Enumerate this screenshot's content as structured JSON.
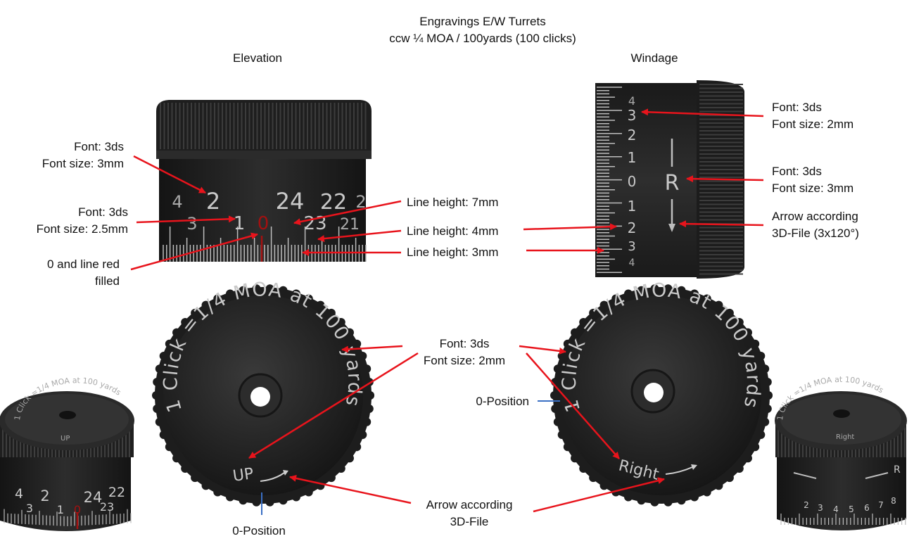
{
  "header": {
    "title": "Engravings E/W Turrets",
    "subtitle": "ccw ¼ MOA / 100yards (100 clicks)",
    "elevation_label": "Elevation",
    "windage_label": "Windage"
  },
  "annotations": {
    "elev_font_3mm": [
      "Font: 3ds",
      "Font size: 3mm"
    ],
    "elev_font_25mm": [
      "Font: 3ds",
      "Font size: 2.5mm"
    ],
    "elev_zero_red": [
      "0 and line red",
      "filled"
    ],
    "line_7mm": "Line height: 7mm",
    "line_4mm": "Line height: 4mm",
    "line_3mm": "Line height: 3mm",
    "wind_font_2mm": [
      "Font: 3ds",
      "Font size: 2mm"
    ],
    "wind_font_3mm": [
      "Font: 3ds",
      "Font size: 3mm"
    ],
    "wind_arrow": [
      "Arrow according",
      "3D-File (3x120°)"
    ],
    "cap_font_2mm": [
      "Font: 3ds",
      "Font size: 2mm"
    ],
    "zero_position_right": "0-Position",
    "zero_position_left": "0-Position",
    "arrow_3dfile": [
      "Arrow according",
      "3D-File"
    ]
  },
  "engravings": {
    "elev_top_numbers": [
      "4",
      "2",
      "24",
      "22",
      "2"
    ],
    "elev_bottom_numbers": [
      "3",
      "1",
      "0",
      "23",
      "21"
    ],
    "wind_numbers": [
      "4",
      "3",
      "2",
      "1",
      "0",
      "1",
      "2",
      "3",
      "4"
    ],
    "wind_letter": "R",
    "cap_text": "1 Click =1/4 MOA at 100 yards",
    "cap_up": "UP",
    "cap_right": "Right",
    "small_left_numbers": [
      "4",
      "2",
      "3",
      "1",
      "0",
      "24",
      "22",
      "23"
    ],
    "small_left_cap_text": "1 Click =1/4 MOA at 100 yards",
    "small_left_cap_up": "UP",
    "small_right_cap_text": "1 Click =1/4 MOA at 100 yards",
    "small_right_cap_word": "Right",
    "small_right_letter": "R",
    "small_right_numbers": [
      "2",
      "3",
      "4",
      "5",
      "6",
      "7",
      "8"
    ]
  },
  "colors": {
    "callout_arrow": "#e8141c",
    "zero_marker": "#3a6fc4",
    "zero_engraving": "#a31010",
    "turret_body": "#1f1f1f",
    "engraving": "#c9c9c9"
  }
}
